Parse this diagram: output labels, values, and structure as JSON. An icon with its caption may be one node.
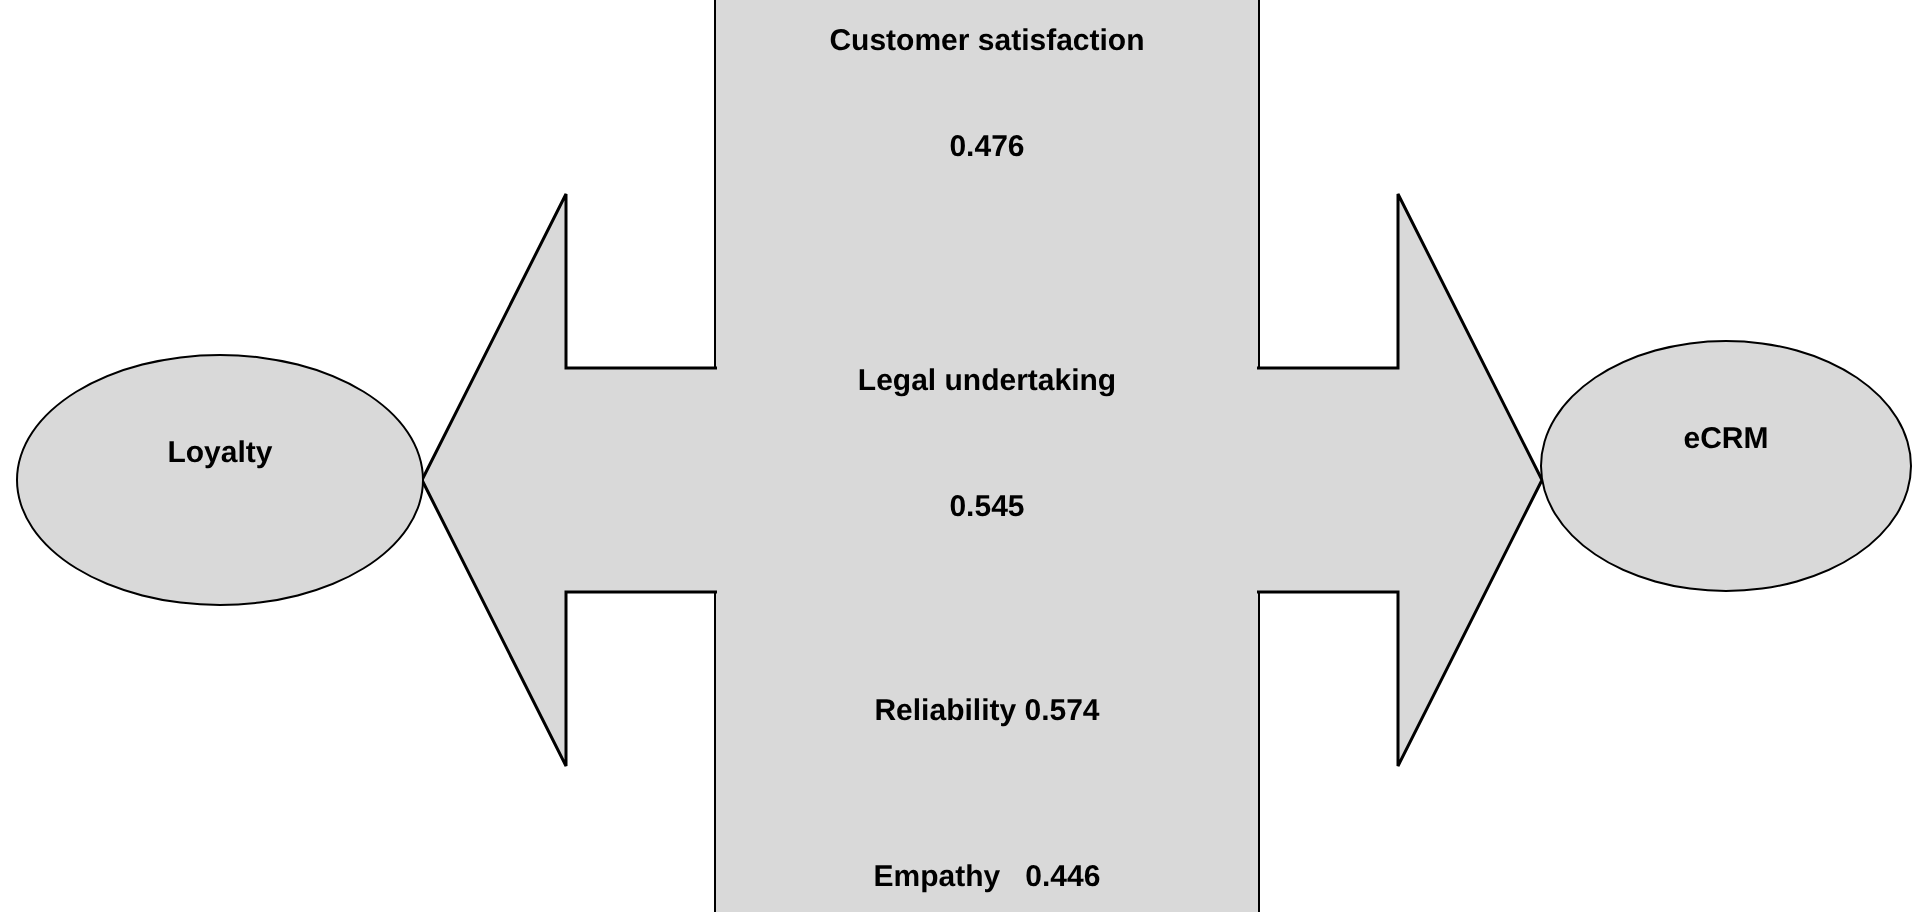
{
  "diagram": {
    "nodes": [
      {
        "text": [
          "Loyalty"
        ]
      },
      {
        "text": [
          "Customer satisfaction",
          "0.476",
          "Legal undertaking",
          "0.545",
          "Reliability 0.574",
          "Empathy   0.446"
        ]
      },
      {
        "text": [
          "eCRM"
        ]
      }
    ],
    "edges": [
      {
        "from": 1,
        "to": 0,
        "arrow": "to"
      },
      {
        "from": 1,
        "to": 2,
        "arrow": "to"
      }
    ]
  }
}
